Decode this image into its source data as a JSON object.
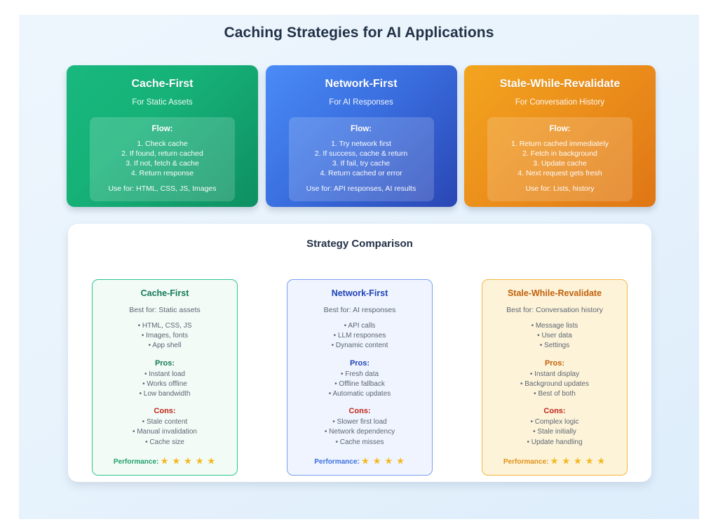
{
  "page": {
    "title": "Caching Strategies for AI Applications",
    "background_color": "#e8f3fc",
    "title_color": "#223147"
  },
  "strategy_cards": [
    {
      "title": "Cache-First",
      "subtitle": "For Static Assets",
      "flow_label": "Flow:",
      "steps": [
        "1. Check cache",
        "2. If found, return cached",
        "3. If not, fetch & cache",
        "4. Return response"
      ],
      "use_for": "Use for: HTML, CSS, JS, Images",
      "accent": "#16b278"
    },
    {
      "title": "Network-First",
      "subtitle": "For AI Responses",
      "flow_label": "Flow:",
      "steps": [
        "1. Try network first",
        "2. If success, cache & return",
        "3. If fail, try cache",
        "4. Return cached or error"
      ],
      "use_for": "Use for: API responses, AI results",
      "accent": "#3a6fe0"
    },
    {
      "title": "Stale-While-Revalidate",
      "subtitle": "For Conversation History",
      "flow_label": "Flow:",
      "steps": [
        "1. Return cached immediately",
        "2. Fetch in background",
        "3. Update cache",
        "4. Next request gets fresh"
      ],
      "use_for": "Use for: Lists, history",
      "accent": "#ec901c"
    }
  ],
  "comparison": {
    "title": "Strategy Comparison",
    "pros_label": "Pros:",
    "cons_label": "Cons:",
    "performance_label": "Performance:",
    "cons_color": "#c0271c",
    "star_color": "#f5b820",
    "cards": [
      {
        "title": "Cache-First",
        "best_for": "Best for: Static assets",
        "items": [
          "• HTML, CSS, JS",
          "• Images, fonts",
          "• App shell"
        ],
        "pros": [
          "• Instant load",
          "• Works offline",
          "• Low bandwidth"
        ],
        "cons": [
          "• Stale content",
          "• Manual invalidation",
          "• Cache size"
        ],
        "performance_stars": "★ ★ ★ ★ ★",
        "performance_rating": 5,
        "border_color": "#2fc68d",
        "fill_color": "#f2fbf6",
        "title_color": "#15795a"
      },
      {
        "title": "Network-First",
        "best_for": "Best for: AI responses",
        "items": [
          "• API calls",
          "• LLM responses",
          "• Dynamic content"
        ],
        "pros": [
          "• Fresh data",
          "• Offline fallback",
          "• Automatic updates"
        ],
        "cons": [
          "• Slower first load",
          "• Network dependency",
          "• Cache misses"
        ],
        "performance_stars": "★ ★ ★ ★",
        "performance_rating": 4,
        "border_color": "#7aa0ef",
        "fill_color": "#eff4fe",
        "title_color": "#1f43b5"
      },
      {
        "title": "Stale-While-Revalidate",
        "best_for": "Best for: Conversation history",
        "items": [
          "• Message lists",
          "• User data",
          "• Settings"
        ],
        "pros": [
          "• Instant display",
          "• Background updates",
          "• Best of both"
        ],
        "cons": [
          "• Complex logic",
          "• Stale initially",
          "• Update handling"
        ],
        "performance_stars": "★ ★ ★ ★ ★",
        "performance_rating": 5,
        "border_color": "#f5b642",
        "fill_color": "#fdf3d9",
        "title_color": "#c1600a"
      }
    ]
  }
}
